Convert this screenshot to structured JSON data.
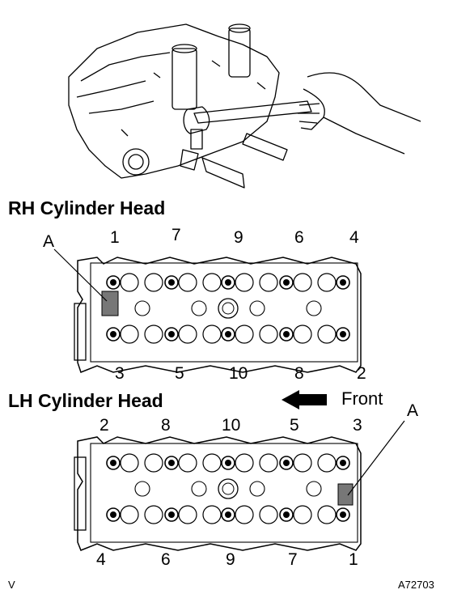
{
  "rh_head": {
    "title": "RH Cylinder Head",
    "area_label": "A",
    "top_numbers": [
      "1",
      "7",
      "9",
      "6",
      "4"
    ],
    "bottom_numbers": [
      "3",
      "5",
      "10",
      "8",
      "2"
    ]
  },
  "lh_head": {
    "title": "LH Cylinder Head",
    "area_label": "A",
    "top_numbers": [
      "2",
      "8",
      "10",
      "5",
      "3"
    ],
    "bottom_numbers": [
      "4",
      "6",
      "9",
      "7",
      "1"
    ]
  },
  "front_label": "Front",
  "figure_code": "A72703",
  "corner_mark": "V"
}
